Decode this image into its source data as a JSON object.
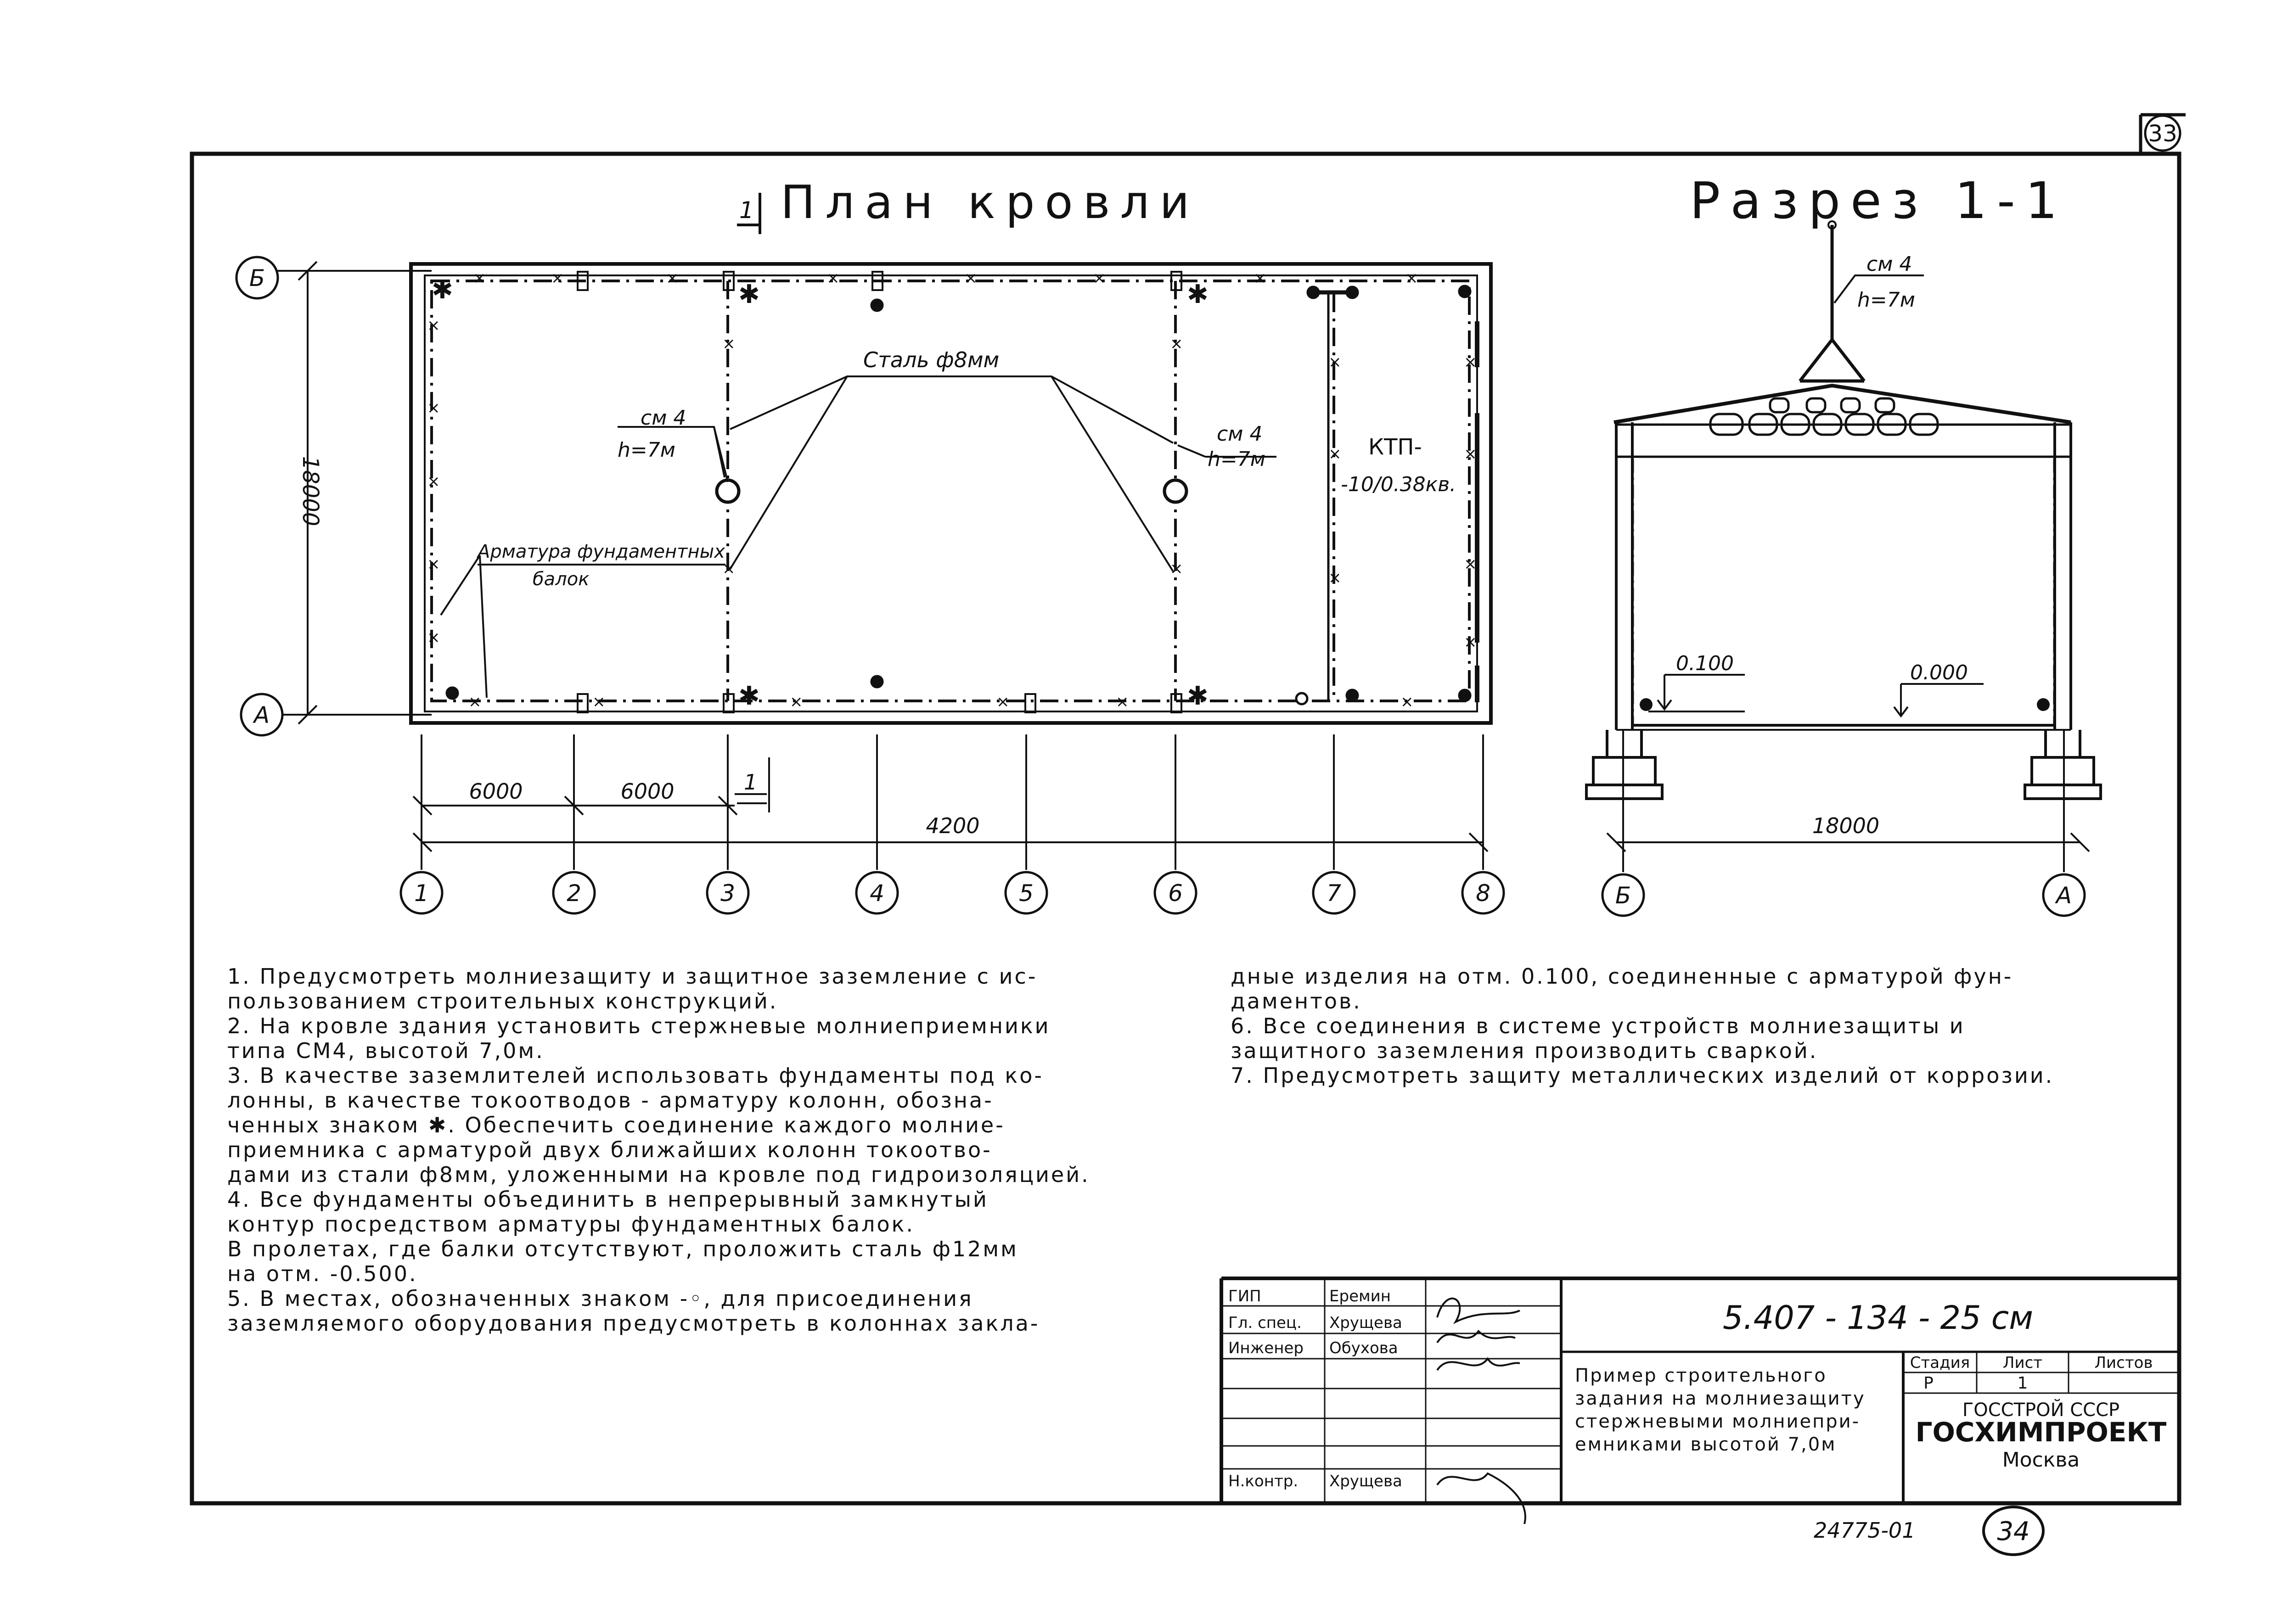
{
  "sheet_number_corner": "33",
  "plan": {
    "title": "План кровли",
    "section_mark": "1",
    "steel_label": "Сталь ф8мм",
    "rod_left": {
      "type": "см 4",
      "height": "h=7м"
    },
    "rod_right": {
      "type": "см 4",
      "height": "h=7м"
    },
    "ktp_line1": "КТП-",
    "ktp_line2": "-10/0.38кв.",
    "rebar_line1": "Арматура фундаментных",
    "rebar_line2": "балок",
    "dim_vertical": "18000",
    "dim_span1": "6000",
    "dim_span2": "6000",
    "dim_total": "4200",
    "row_top": "Б",
    "row_bottom": "А",
    "axes": [
      "1",
      "2",
      "3",
      "4",
      "5",
      "6",
      "7",
      "8"
    ]
  },
  "section": {
    "title": "Разрез 1-1",
    "rod": {
      "type": "см 4",
      "height": "h=7м"
    },
    "level_left": "0.100",
    "level_right": "0.000",
    "dim_width": "18000",
    "axis_left": "Б",
    "axis_right": "А"
  },
  "notes_left": [
    "1. Предусмотреть молниезащиту и защитное заземление с ис-",
    "пользованием строительных конструкций.",
    "2. На кровле здания установить стержневые молниеприемники",
    "типа СМ4, высотой 7,0м.",
    "3. В качестве заземлителей использовать фундаменты под ко-",
    "лонны, в качестве токоотводов - арматуру колонн, обозна-",
    "ченных знаком ✱. Обеспечить соединение каждого молние-",
    "приемника с арматурой двух ближайших колонн токоотво-",
    "дами из стали ф8мм, уложенными на кровле под гидроизоляцией.",
    "4. Все фундаменты объединить в непрерывный замкнутый",
    "контур посредством арматуры фундаментных балок.",
    "В пролетах, где балки отсутствуют, проложить сталь ф12мм",
    "на отм. -0.500.",
    "5. В местах, обозначенных знаком -◦, для присоединения",
    "заземляемого оборудования предусмотреть в колоннах закла-"
  ],
  "notes_right": [
    "дные изделия на отм. 0.100, соединенные с арматурой фун-",
    "даментов.",
    "6. Все соединения в системе устройств молниезащиты и",
    "защитного заземления производить сваркой.",
    "7. Предусмотреть защиту металлических изделий от коррозии."
  ],
  "title_block": {
    "signatures": [
      {
        "role": "ГИП",
        "name": "Еремин"
      },
      {
        "role": "Гл. спец.",
        "name": "Хрущева"
      },
      {
        "role": "Инженер",
        "name": "Обухова"
      },
      {
        "role": "",
        "name": ""
      },
      {
        "role": "",
        "name": ""
      },
      {
        "role": "Н.контр.",
        "name": "Хрущева"
      }
    ],
    "designation": "5.407 - 134 - 25 см",
    "description": [
      "Пример строительного",
      "задания на молниезащиту",
      "стержневыми молниепри-",
      "емниками высотой 7,0м"
    ],
    "stage_header": "Стадия",
    "sheet_header": "Лист",
    "sheets_header": "Листов",
    "stage": "Р",
    "sheet": "1",
    "sheets": "",
    "org_line1": "ГОССТРОЙ СССР",
    "org_line2": "ГОСХИМПРОЕКТ",
    "org_line3": "Москва"
  },
  "footer": {
    "inventory": "24775-01",
    "page": "34"
  }
}
